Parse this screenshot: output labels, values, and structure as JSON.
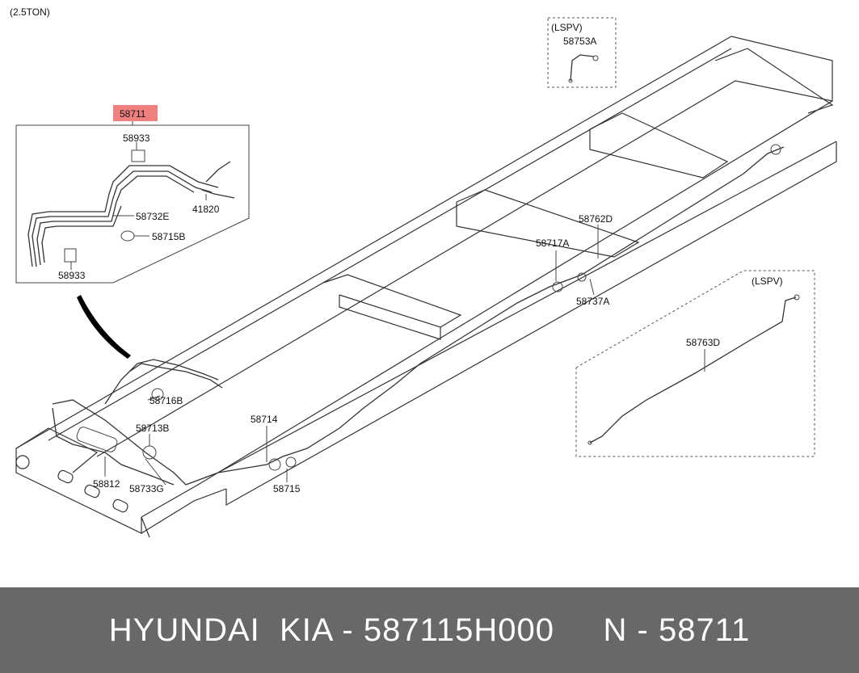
{
  "diagram": {
    "variant_label": "(2.5TON)",
    "highlight_color": "#f08080",
    "callouts": {
      "c58711": "58711",
      "c58933_top": "58933",
      "c58732E": "58732E",
      "c41820": "41820",
      "c58715B": "58715B",
      "c58933_bottom": "58933",
      "c58753A": "58753A",
      "c58762D": "58762D",
      "c58717A": "58717A",
      "c58737A": "58737A",
      "c58763D": "58763D",
      "c58716B": "58716B",
      "c58713B": "58713B",
      "c58714": "58714",
      "c58812": "58812",
      "c58733G": "58733G",
      "c58715": "58715"
    },
    "lspv_top": "(LSPV)",
    "lspv_right": "(LSPV)"
  },
  "footer": {
    "text": "HYUNDAI  KIA - 587115H000     N - 58711",
    "background": "#686868"
  }
}
